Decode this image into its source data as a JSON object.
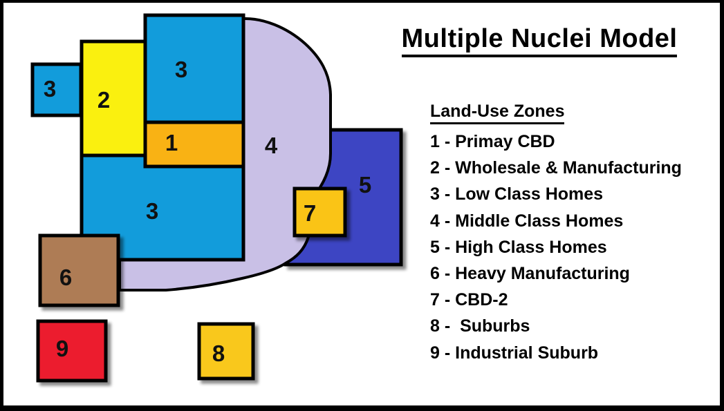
{
  "title": "Multiple Nuclei Model",
  "legend": {
    "heading": "Land-Use Zones",
    "items": [
      "1 - Primay CBD",
      "2 - Wholesale & Manufacturing",
      "3 - Low Class Homes",
      "4 - Middle Class Homes",
      "5 - High Class Homes",
      "6 - Heavy Manufacturing",
      "7 - CBD-2",
      "8 -  Suburbs",
      "9 - Industrial Suburb"
    ]
  },
  "zones": [
    {
      "id": "zone-5",
      "label": "5",
      "color": "#3D45C3"
    },
    {
      "id": "zone-4",
      "label": "4",
      "color": "#C9C0E6"
    },
    {
      "id": "zone-7",
      "label": "7",
      "color": "#FAC413"
    },
    {
      "id": "zone-3-bottom",
      "label": "3",
      "color": "#129CDB"
    },
    {
      "id": "zone-1",
      "label": "1",
      "color": "#F9B214"
    },
    {
      "id": "zone-3-top",
      "label": "3",
      "color": "#129CDB"
    },
    {
      "id": "zone-2",
      "label": "2",
      "color": "#FAF00F"
    },
    {
      "id": "zone-3-left",
      "label": "3",
      "color": "#129CDB"
    },
    {
      "id": "zone-6",
      "label": "6",
      "color": "#AE7B55"
    },
    {
      "id": "zone-9",
      "label": "9",
      "color": "#EC1C2E"
    },
    {
      "id": "zone-8",
      "label": "8",
      "color": "#F9C81A"
    }
  ],
  "style": {
    "outline_color": "#000000",
    "background": "#FFFFFF"
  }
}
